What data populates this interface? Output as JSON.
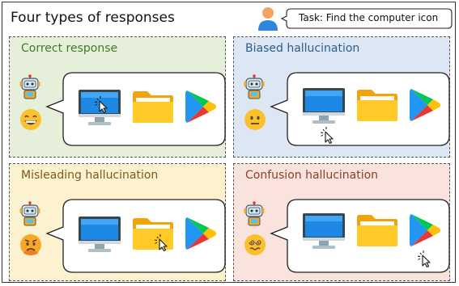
{
  "title": "Four types of responses",
  "task": "Task: Find the computer icon",
  "colors": {
    "correct": "#e6efd9",
    "biased": "#dce7f3",
    "misleading": "#fdf2cf",
    "confusion": "#f9e3dc",
    "label_correct": "#3f7a2a",
    "label_biased": "#2f5c8a",
    "label_misleading": "#7a5a1a",
    "label_confusion": "#8a3f2a"
  },
  "panels": [
    {
      "label": "Correct response",
      "emoji": "grinning-face-icon",
      "cursor_target": "monitor"
    },
    {
      "label": "Biased hallucination",
      "emoji": "neutral-face-icon",
      "cursor_target": "below-monitor"
    },
    {
      "label": "Misleading hallucination",
      "emoji": "angry-face-icon",
      "cursor_target": "folder"
    },
    {
      "label": "Confusion hallucination",
      "emoji": "dizzy-face-icon",
      "cursor_target": "below-playstore"
    }
  ]
}
